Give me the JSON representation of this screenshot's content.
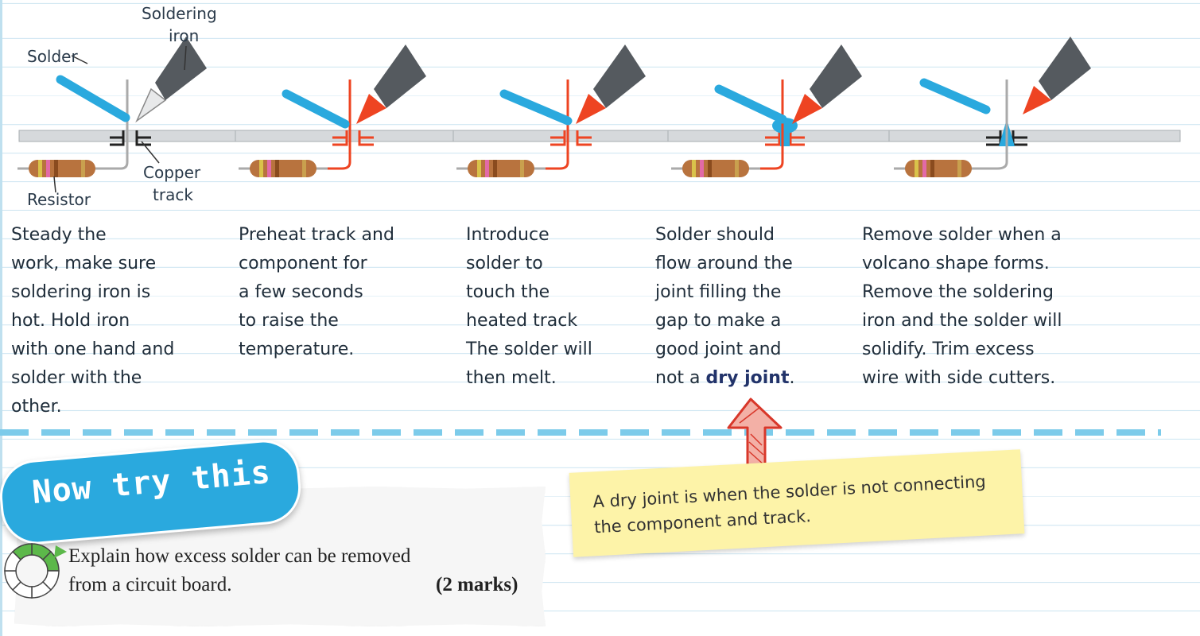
{
  "labels": {
    "soldering_iron_1": "Soldering",
    "soldering_iron_2": "iron",
    "solder": "Solder",
    "copper_1": "Copper",
    "copper_2": "track",
    "resistor": "Resistor"
  },
  "steps": [
    {
      "text": "Steady the\nwork, make sure\nsoldering iron is\nhot. Hold iron\nwith one hand and\nsolder with the\nother."
    },
    {
      "text": "Preheat track and\ncomponent for\na few seconds\nto raise the\ntemperature."
    },
    {
      "text": "Introduce\nsolder to\ntouch the\nheated track\nThe solder will\nthen melt."
    },
    {
      "text": "Solder should\nflow around the\njoint filling the\ngap to make a\ngood joint and\nnot a ",
      "bold": "dry joint",
      "tail": "."
    },
    {
      "text": "Remove solder when a\nvolcano shape forms.\nRemove the soldering\niron and the solder will\nsolidify. Trim excess\nwire with side cutters."
    }
  ],
  "now_try_this": {
    "title": "Now try this",
    "question_line1": "Explain how excess solder can be removed",
    "question_line2": "from a circuit board.",
    "marks": "(2 marks)"
  },
  "note": {
    "text": "A dry joint is when the solder is not connecting the component and track."
  },
  "colors": {
    "solder_blue": "#2aa9de",
    "iron_grey": "#555a5f",
    "heat_red": "#ee4422",
    "badge_blue": "#2aa9de",
    "note_yellow": "#fdf3a8",
    "dial_green": "#5cb84a"
  }
}
